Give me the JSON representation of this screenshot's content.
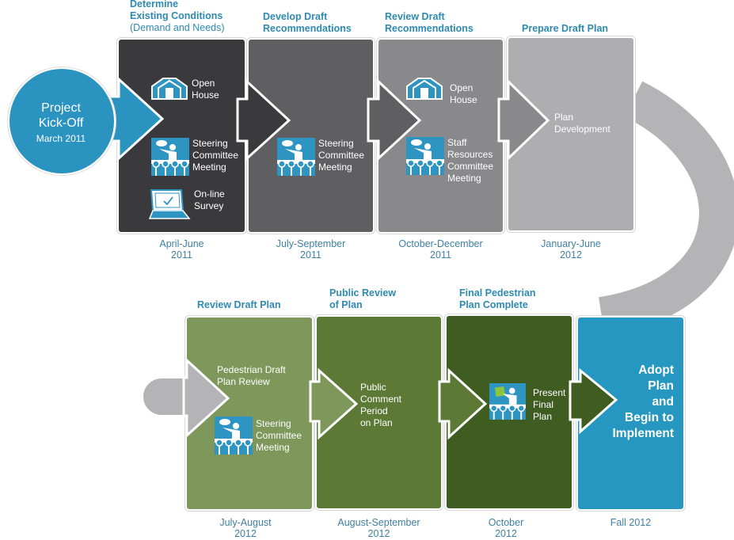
{
  "kickoff": {
    "title_line1": "Project",
    "title_line2": "Kick-Off",
    "date": "March 2011"
  },
  "phases": [
    {
      "title": "Determine Existing Conditions",
      "title_line1": "Determine",
      "title_line2": "Existing Conditions",
      "subtitle": "(Demand and Needs)",
      "date_line1": "April-June",
      "date_line2": "2011",
      "color": "#3a3a3c",
      "items": [
        {
          "icon": "open-house-icon",
          "line1": "Open",
          "line2": "House"
        },
        {
          "icon": "steering-committee-icon",
          "line1": "Steering",
          "line2": "Committee",
          "line3": "Meeting"
        },
        {
          "icon": "laptop-check-icon",
          "line1": "On-line",
          "line2": "Survey"
        }
      ]
    },
    {
      "title_line1": "Develop Draft",
      "title_line2": "Recommendations",
      "date_line1": "July-September",
      "date_line2": "2011",
      "color": "#5f5f61",
      "items": [
        {
          "icon": "steering-committee-icon",
          "line1": "Steering",
          "line2": "Committee",
          "line3": "Meeting"
        }
      ]
    },
    {
      "title_line1": "Review Draft",
      "title_line2": "Recommendations",
      "date_line1": "October-December",
      "date_line2": "2011",
      "color": "#89898b",
      "items": [
        {
          "icon": "open-house-icon",
          "line1": "Open",
          "line2": "House"
        },
        {
          "icon": "staff-committee-icon",
          "line1": "Staff",
          "line2": "Resources",
          "line3": "Committee",
          "line4": "Meeting"
        }
      ]
    },
    {
      "title_line1": "Prepare Draft Plan",
      "date_line1": "January-June",
      "date_line2": "2012",
      "color": "#aeaeb0",
      "items": [
        {
          "line1": "Plan",
          "line2": "Development"
        }
      ]
    },
    {
      "title_line1": "Review Draft Plan",
      "date_line1": "July-August",
      "date_line2": "2012",
      "color": "#7e975a",
      "items": [
        {
          "line1": "Pedestrian Draft",
          "line2": "Plan Review"
        },
        {
          "icon": "steering-committee-icon",
          "line1": "Steering",
          "line2": "Committee",
          "line3": "Meeting"
        }
      ]
    },
    {
      "title_line1": "Public Review",
      "title_line2": "of Plan",
      "date_line1": "August-September",
      "date_line2": "2012",
      "color": "#5c7935",
      "items": [
        {
          "line1": "Public",
          "line2": "Comment",
          "line3": "Period",
          "line4": "on Plan"
        }
      ]
    },
    {
      "title_line1": "Final Pedestrian",
      "title_line2": "Plan Complete",
      "date_line1": "October",
      "date_line2": "2012",
      "color": "#3f5c21",
      "items": [
        {
          "icon": "present-plan-icon",
          "line1": "Present",
          "line2": "Final",
          "line3": "Plan"
        }
      ]
    },
    {
      "title_line1": "",
      "date_line1": "Fall 2012",
      "color": "#2597c0",
      "items": [
        {
          "line1": "Adopt",
          "line2": "Plan",
          "line3": "and",
          "line4": "Begin to",
          "line5": "Implement"
        }
      ]
    }
  ],
  "colors": {
    "accent": "#2e8ab0",
    "date_text": "#3f7fa4",
    "connector": "#b4b4b6",
    "kickoff": "#2a93bf"
  }
}
